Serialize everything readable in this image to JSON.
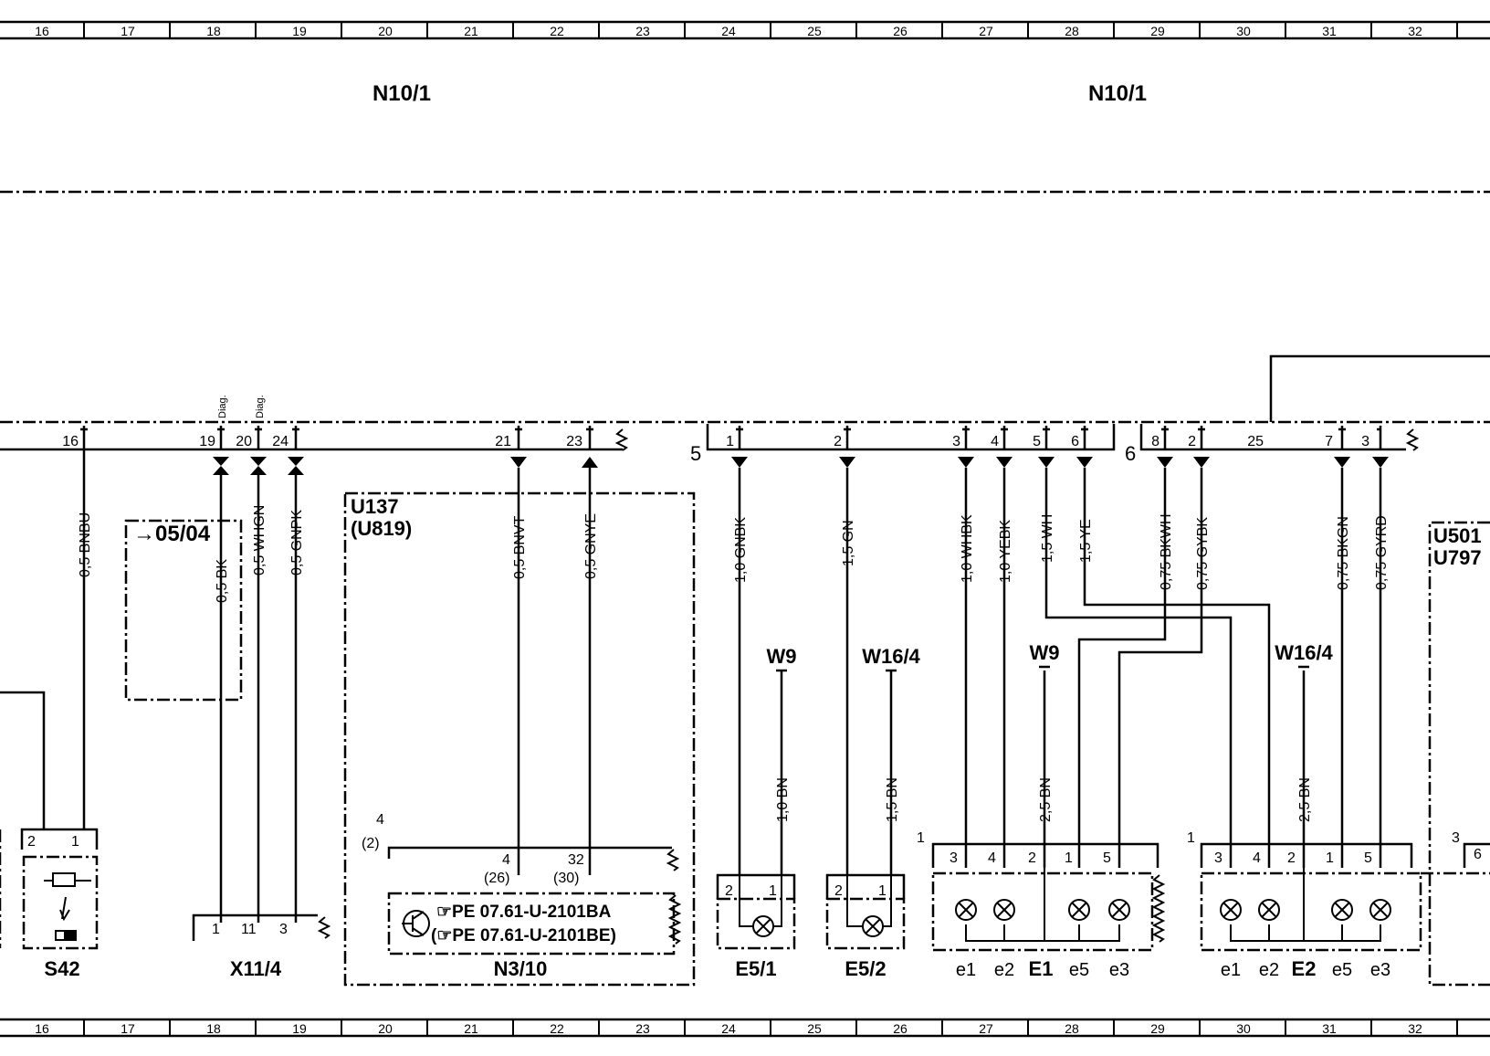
{
  "grid": [
    "16",
    "17",
    "18",
    "19",
    "20",
    "21",
    "22",
    "23",
    "24",
    "25",
    "26",
    "27",
    "28",
    "29",
    "30",
    "31",
    "32"
  ],
  "control_units": [
    {
      "label": "N10/1"
    },
    {
      "label": "N10/1"
    }
  ],
  "connectors": {
    "c5": "5",
    "c6": "6"
  },
  "pins": [
    "16",
    "19",
    "20",
    "24",
    "21",
    "23",
    "1",
    "2",
    "3",
    "4",
    "5",
    "6",
    "8",
    "2",
    "25",
    "7",
    "3"
  ],
  "diag": [
    "Diag.",
    "Diag."
  ],
  "wires": [
    "0,5 BNBU",
    "0,5 BK",
    "0,5 WHGN",
    "0,5 GNPK",
    "0,5 BNVT",
    "0,5 GNYE",
    "1,0 GNBK",
    "1,5 GN",
    "1,0 WHBK",
    "1,0 YEBK",
    "1,5 WH",
    "1,5 YE",
    "0,75 BKWH",
    "0,75 GYBK",
    "0,75 BKGN",
    "0,75 GYRD",
    "1,0 BN",
    "1,5 BN",
    "2,5 BN",
    "2,5 BN"
  ],
  "grounds": [
    "W9",
    "W16/4",
    "W9",
    "W16/4"
  ],
  "reference": "→05/04",
  "boxes": {
    "u137": "U137",
    "u819": "(U819)",
    "u501": "U501",
    "u797": "U797"
  },
  "components": [
    "S42",
    "X11/4",
    "N3/10",
    "E5/1",
    "E5/2",
    "E1",
    "E2"
  ],
  "pe_refs": [
    "☞PE  07.61-U-2101BA",
    "(☞PE  07.61-U-2101BE)"
  ],
  "small_pins": [
    "2",
    "1",
    "1",
    "11",
    "3",
    "4",
    "32",
    "(26)",
    "(30)",
    "4",
    "(2)",
    "2",
    "1",
    "2",
    "1",
    "1",
    "3",
    "4",
    "2",
    "1",
    "5",
    "1",
    "3",
    "4",
    "2",
    "1",
    "5",
    "3",
    "6"
  ],
  "bulbs": [
    "e1",
    "e2",
    "e5",
    "e3",
    "e1",
    "e2",
    "e5",
    "e3"
  ]
}
